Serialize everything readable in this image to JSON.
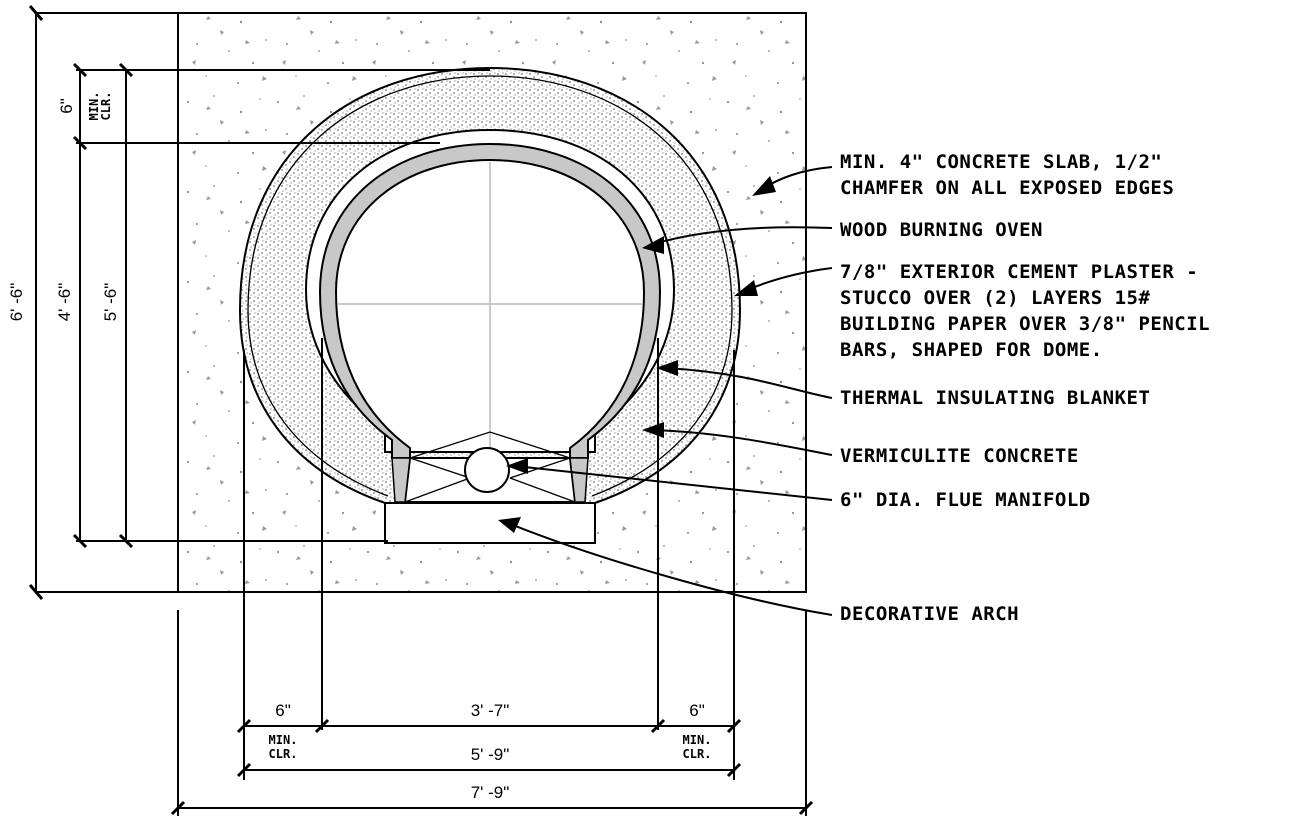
{
  "notes": {
    "slab_line1": "MIN. 4\" CONCRETE SLAB, 1/2\"",
    "slab_line2": "CHAMFER ON ALL EXPOSED EDGES",
    "oven": "WOOD BURNING OVEN",
    "plaster_line1": "7/8\" EXTERIOR CEMENT PLASTER -",
    "plaster_line2": "STUCCO OVER (2) LAYERS 15#",
    "plaster_line3": "BUILDING PAPER OVER 3/8\" PENCIL",
    "plaster_line4": "BARS, SHAPED FOR DOME.",
    "blanket": "THERMAL INSULATING BLANKET",
    "vermiculite": "VERMICULITE CONCRETE",
    "flue": "6\" DIA. FLUE MANIFOLD",
    "arch": "DECORATIVE ARCH"
  },
  "dimensions": {
    "overall_height": "6' -6\"",
    "inner_height": "4' -6\"",
    "outer_height": "5' -6\"",
    "top_clearance": "6\"",
    "top_clearance_note_1": "MIN.",
    "top_clearance_note_2": "CLR.",
    "left_clearance": "6\"",
    "left_clearance_note_1": "MIN.",
    "left_clearance_note_2": "CLR.",
    "inner_width": "3' -7\"",
    "right_clearance": "6\"",
    "right_clearance_note_1": "MIN.",
    "right_clearance_note_2": "CLR.",
    "dome_width": "5' -9\"",
    "overall_width": "7' -9\""
  },
  "colors": {
    "line": "#000000",
    "oven_shell": "#c8c8c8",
    "grid": "#b9b9b9",
    "concrete_speckle": "#9a9a9a"
  }
}
